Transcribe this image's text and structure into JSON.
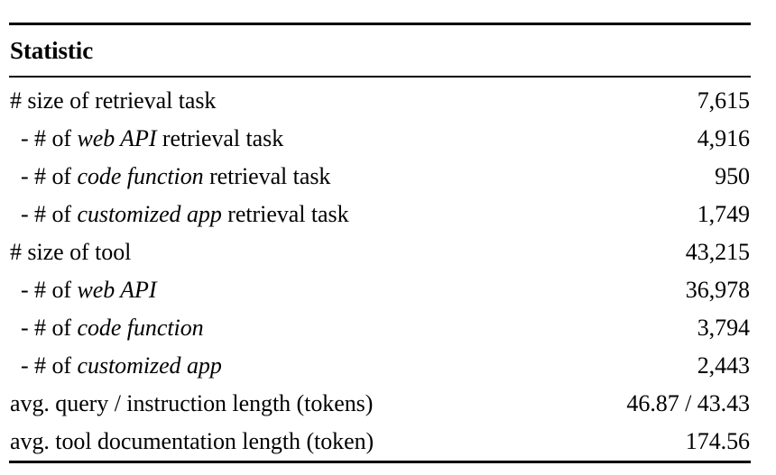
{
  "table": {
    "header": {
      "statistic_label": "Statistic"
    },
    "rows": [
      {
        "label_prefix": "# size of retrieval task",
        "label_italic": "",
        "label_suffix": "",
        "value": "7,615",
        "indented": false
      },
      {
        "label_prefix": "- # of ",
        "label_italic": "web API",
        "label_suffix": " retrieval task",
        "value": "4,916",
        "indented": true
      },
      {
        "label_prefix": "- # of ",
        "label_italic": "code function",
        "label_suffix": " retrieval task",
        "value": "950",
        "indented": true
      },
      {
        "label_prefix": "- # of ",
        "label_italic": "customized app",
        "label_suffix": " retrieval task",
        "value": "1,749",
        "indented": true
      },
      {
        "label_prefix": "# size of tool",
        "label_italic": "",
        "label_suffix": "",
        "value": "43,215",
        "indented": false
      },
      {
        "label_prefix": "- # of ",
        "label_italic": "web API",
        "label_suffix": "",
        "value": "36,978",
        "indented": true
      },
      {
        "label_prefix": "- # of ",
        "label_italic": "code function",
        "label_suffix": "",
        "value": "3,794",
        "indented": true
      },
      {
        "label_prefix": "- # of ",
        "label_italic": "customized app",
        "label_suffix": "",
        "value": "2,443",
        "indented": true
      },
      {
        "label_prefix": "avg. query / instruction length (tokens)",
        "label_italic": "",
        "label_suffix": "",
        "value": "46.87 / 43.43",
        "indented": false
      },
      {
        "label_prefix": "avg. tool documentation length (token)",
        "label_italic": "",
        "label_suffix": "",
        "value": "174.56",
        "indented": false
      }
    ]
  }
}
